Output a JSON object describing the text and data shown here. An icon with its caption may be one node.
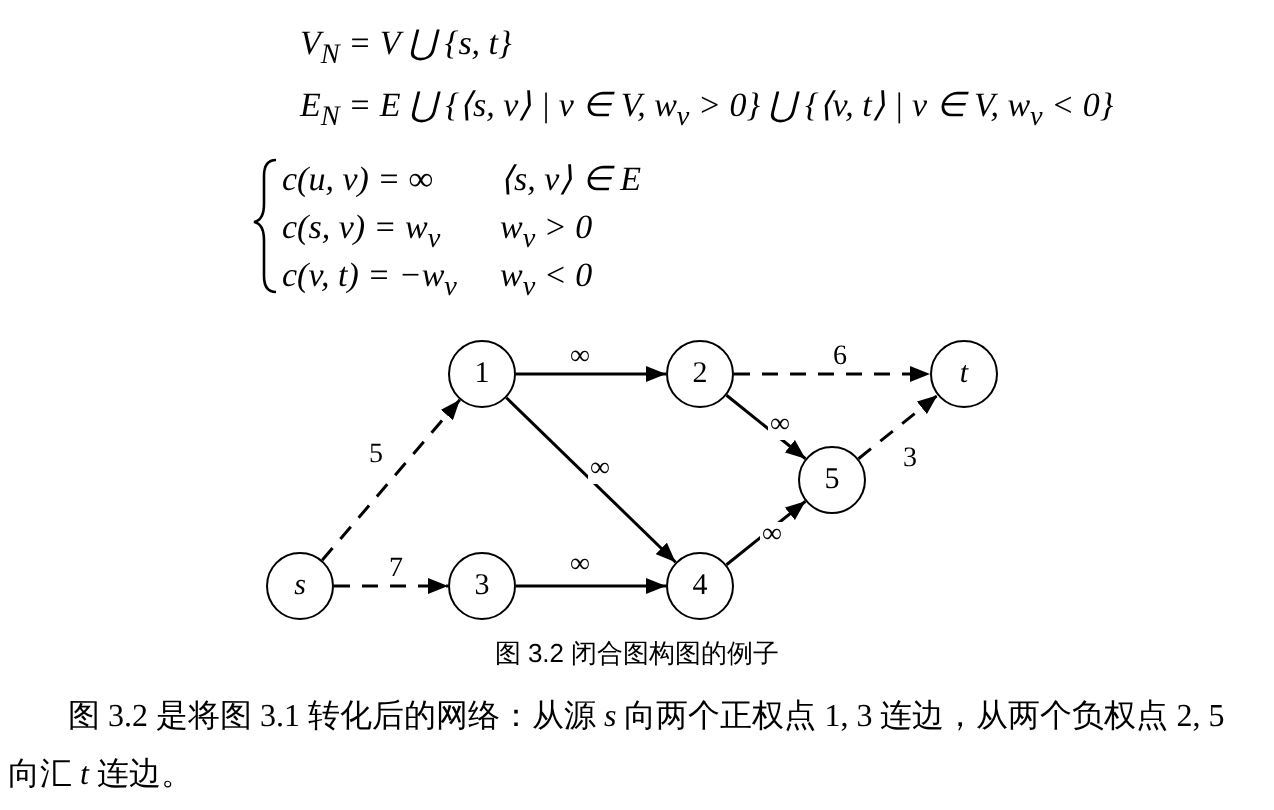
{
  "diagram": {
    "caption": "图 3.2 闭合图构图的例子",
    "nodes": [
      {
        "text": [
          "1"
        ]
      },
      {
        "text": [
          "2"
        ]
      },
      {
        "text": [
          "t"
        ]
      },
      {
        "text": [
          "5"
        ]
      },
      {
        "text": [
          "s"
        ]
      },
      {
        "text": [
          "3"
        ]
      },
      {
        "text": [
          "4"
        ]
      }
    ],
    "edges": [
      {
        "from": 4,
        "to": 0,
        "arrow": "to",
        "style": "dashed",
        "label": "5"
      },
      {
        "from": 0,
        "to": 1,
        "arrow": "to",
        "label": "∞"
      },
      {
        "from": 0,
        "to": 6,
        "arrow": "to",
        "label": "∞"
      },
      {
        "from": 1,
        "to": 2,
        "arrow": "to",
        "style": "dashed",
        "label": "6"
      },
      {
        "from": 1,
        "to": 3,
        "arrow": "to",
        "label": "∞"
      },
      {
        "from": 3,
        "to": 2,
        "arrow": "to",
        "style": "dashed",
        "label": "3"
      },
      {
        "from": 4,
        "to": 5,
        "arrow": "to",
        "style": "dashed",
        "label": "7"
      },
      {
        "from": 5,
        "to": 6,
        "arrow": "to",
        "label": "∞"
      },
      {
        "from": 6,
        "to": 3,
        "arrow": "to",
        "label": "∞"
      }
    ],
    "labels": [
      "V$_{N}$ = V ⋃ {s, t}",
      "E$_{N}$ = E ⋃ {⟨s, v⟩ | v ∈ V, w$_{v}$ > 0} ⋃ {⟨v, t⟩ | v ∈ V, w$_{v}$ < 0}",
      "c(u, v) = ∞",
      "⟨s, v⟩ ∈ E",
      "c(s, v) = w$_{v}$",
      "w$_{v}$ > 0",
      "c(v, t) = −w$_{v}$",
      "w$_{v}$ < 0",
      "图 3.2 是将图 3.1 转化后的网络：从源 *s* 向两个正权点 1, 3 连边，从两个负权点 2, 5 向汇 *t* 连边。"
    ]
  }
}
